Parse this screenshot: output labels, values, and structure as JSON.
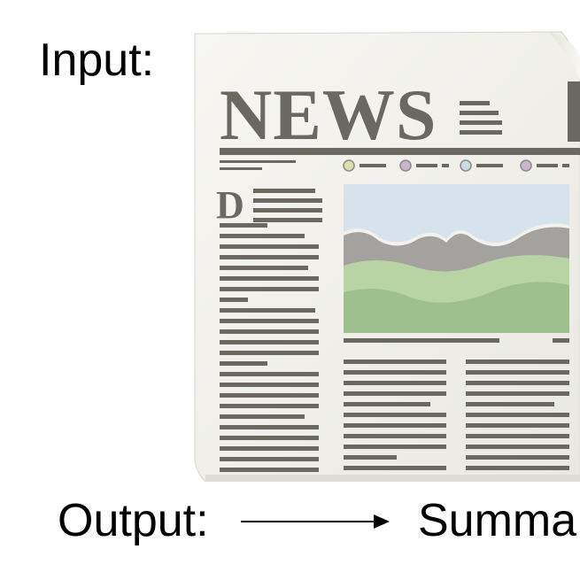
{
  "labels": {
    "input": "Input:",
    "output": "Output:",
    "summary": "Summa"
  },
  "newspaper": {
    "masthead": "NEWS",
    "drop_cap": "D",
    "colors": {
      "paper": "#f2f1ec",
      "ink": "#6a6860",
      "sky": "#d6e2ec",
      "mountain_gray": "#a3a29e",
      "hill_light_green": "#b9d4a4",
      "hill_green": "#9ec08e"
    }
  }
}
